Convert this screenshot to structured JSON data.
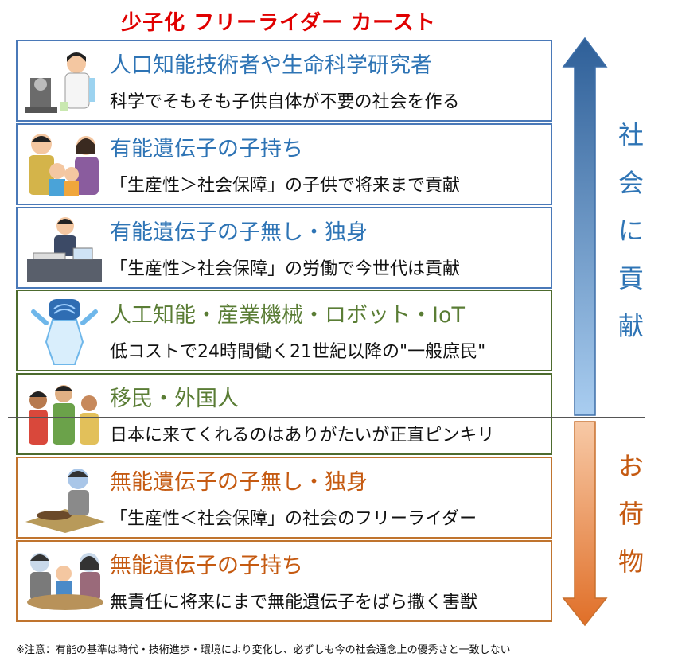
{
  "title": "少子化 フリーライダー カースト",
  "tiers": [
    {
      "heading": "人口知能技術者や生命科学研究者",
      "desc": "科学でそもそも子供自体が不要の社会を作る"
    },
    {
      "heading": "有能遺伝子の子持ち",
      "desc": "「生産性＞社会保障」の子供で将来まで貢献"
    },
    {
      "heading": "有能遺伝子の子無し・独身",
      "desc": "「生産性＞社会保障」の労働で今世代は貢献"
    },
    {
      "heading": "人工知能・産業機械・ロボット・IoT",
      "desc": "低コストで24時間働く21世紀以降の\"一般庶民\""
    },
    {
      "heading": "移民・外国人",
      "desc": "日本に来てくれるのはありがたいが正直ピンキリ"
    },
    {
      "heading": "無能遺伝子の子無し・独身",
      "desc": "「生産性＜社会保障」の社会のフリーライダー"
    },
    {
      "heading": "無能遺伝子の子持ち",
      "desc": "無責任に将来にまで無能遺伝子をばら撒く害獣"
    }
  ],
  "side_labels": {
    "top": [
      "社",
      "会",
      "に",
      "貢",
      "献"
    ],
    "bottom": [
      "お",
      "荷",
      "物"
    ]
  },
  "footer": "※注意：有能の基準は時代・技術進歩・環境により変化し、必ずしも今の社会通念上の優秀さと一致しない",
  "colors": {
    "title": "#e00000",
    "blue": "#2e74b5",
    "green": "#5a7d35",
    "orange": "#c55a11",
    "arrow_top": "#2e5f98",
    "arrow_bottom": "#e06f28"
  }
}
